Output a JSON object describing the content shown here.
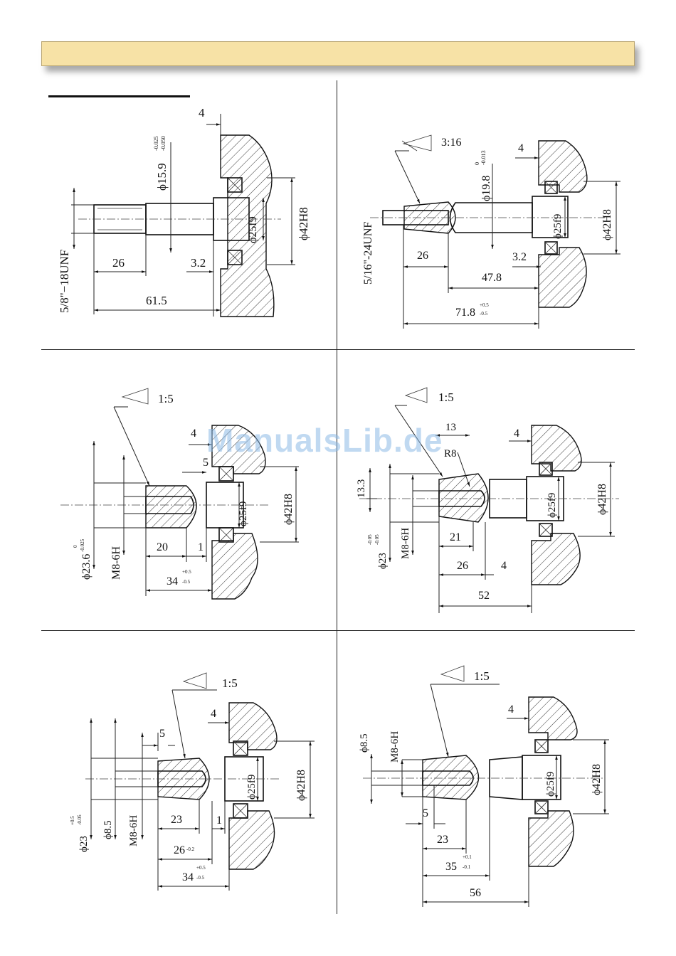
{
  "watermark": "ManualsLib.de",
  "panels": {
    "p1": {
      "thread": "5/8\"−18UNF",
      "shaft_dia": "ϕ15.9",
      "shaft_tol_upper": "-0.025",
      "shaft_tol_lower": "-0.050",
      "bore": "ϕ25f9",
      "housing": "ϕ42H8",
      "dim_4": "4",
      "dim_26": "26",
      "dim_32": "3.2",
      "dim_615": "61.5"
    },
    "p2": {
      "taper": "3:16",
      "thread": "5/16\"-24UNF",
      "shaft_dia": "ϕ19.8",
      "shaft_tol_upper": "0",
      "shaft_tol_lower": "-0.013",
      "bore": "ϕ25f9",
      "housing": "ϕ42H8",
      "dim_4": "4",
      "dim_26": "26",
      "dim_32": "3.2",
      "dim_478": "47.8",
      "dim_718": "71.8",
      "dim_718_upper": "+0.5",
      "dim_718_lower": "-0.5"
    },
    "p3": {
      "taper": "1:5",
      "dim_4": "4",
      "dim_5": "5",
      "bore": "ϕ25f9",
      "housing": "ϕ42H8",
      "dia": "ϕ23.6",
      "dia_upper": "0",
      "dia_lower": "-0.025",
      "thread": "M8-6H",
      "dim_20": "20",
      "dim_1": "1",
      "dim_34": "34",
      "dim_34_upper": "+0.5",
      "dim_34_lower": "-0.5"
    },
    "p4": {
      "taper": "1:5",
      "dim_13": "13",
      "radius": "R8",
      "dim_4a": "4",
      "dim_133": "13.3",
      "bore": "ϕ25f9",
      "housing": "ϕ42H8",
      "dia": "ϕ23",
      "dia_upper": "-0.05",
      "dia_lower": "-0.05",
      "thread": "M8-6H",
      "dim_21": "21",
      "dim_26": "26",
      "dim_4b": "4",
      "dim_52": "52"
    },
    "p5": {
      "taper": "1:5",
      "dim_4": "4",
      "dim_5": "5",
      "bore": "ϕ25f9",
      "housing": "ϕ42H8",
      "dia": "ϕ23",
      "dia_upper": "+0.5",
      "dia_lower": "-0.05",
      "small_dia": "ϕ8.5",
      "thread": "M8-6H",
      "dim_23": "23",
      "dim_1": "1",
      "dim_26": "26",
      "dim_26_lower": "-0.2",
      "dim_34": "34",
      "dim_34_upper": "+0.5",
      "dim_34_lower": "-0.5"
    },
    "p6": {
      "taper": "1:5",
      "dim_4": "4",
      "small_dia": "ϕ8.5",
      "thread": "M8-6H",
      "bore": "ϕ25f9",
      "housing": "ϕ42H8",
      "dim_5": "5",
      "dim_23": "23",
      "dim_35": "35",
      "dim_35_upper": "+0.1",
      "dim_35_lower": "-0.1",
      "dim_56": "56"
    }
  }
}
